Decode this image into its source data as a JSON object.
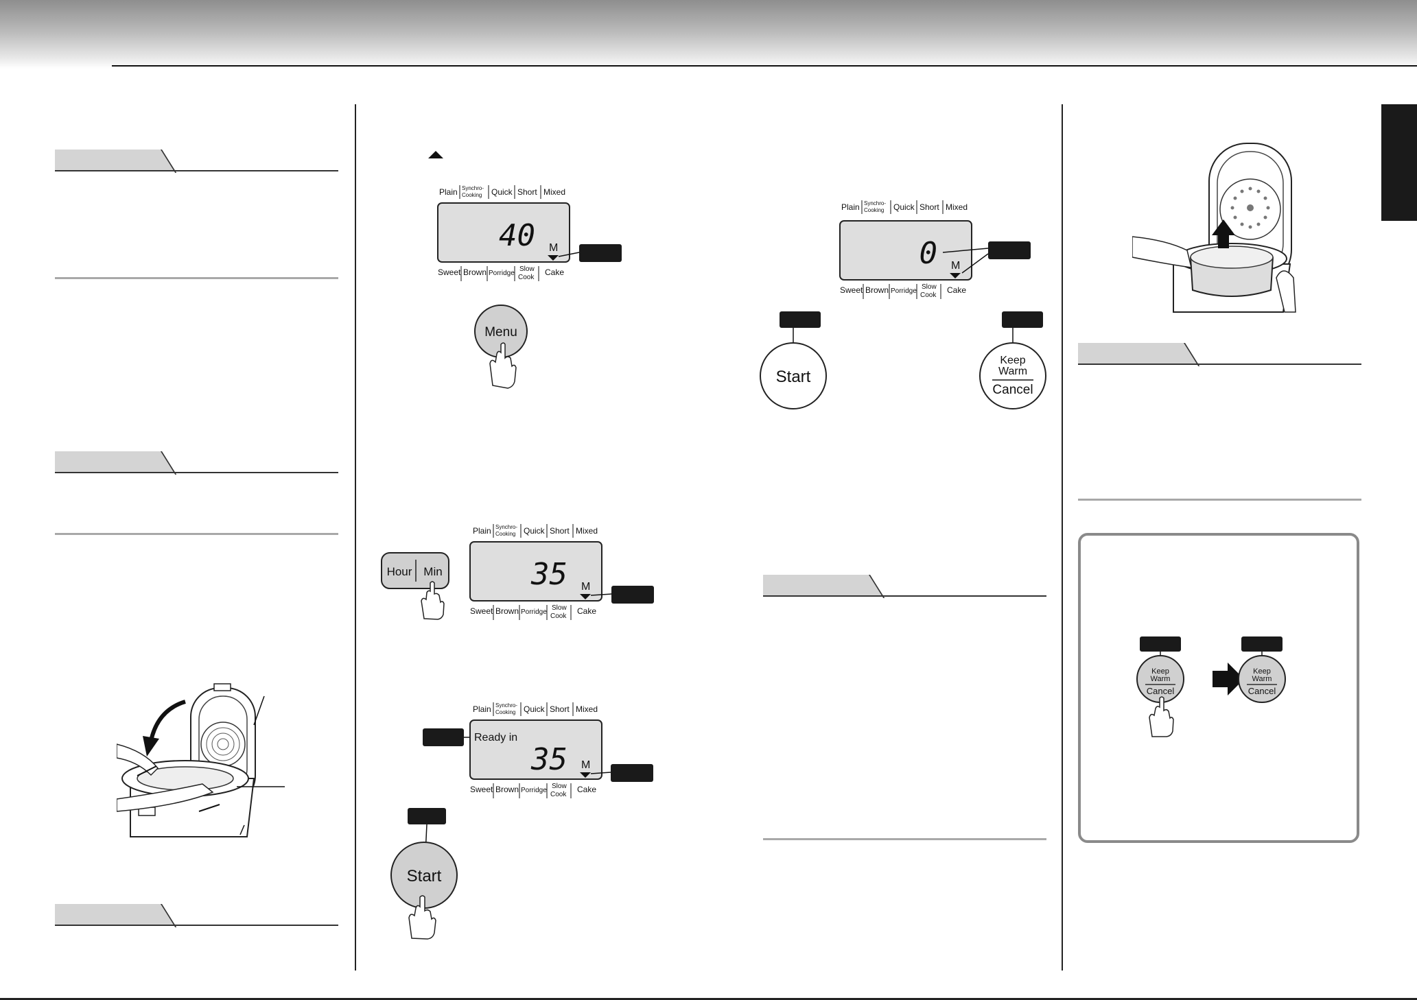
{
  "lcd": {
    "top_row": [
      "Plain",
      "Synchro-",
      "Cooking",
      "Quick",
      "Short",
      "Mixed"
    ],
    "bottom_row": [
      "Sweet",
      "Brown",
      "Porridge",
      "Slow",
      "Cook",
      "Cake"
    ],
    "mode_letter": "M"
  },
  "step_displays": {
    "menu_value": "40",
    "timer_value": "35",
    "ready_label": "Ready in",
    "ready_value": "35",
    "done_value": "0"
  },
  "buttons": {
    "menu": "Menu",
    "hour": "Hour",
    "min": "Min",
    "start": "Start",
    "keep": "Keep",
    "warm": "Warm",
    "cancel": "Cancel"
  },
  "colors": {
    "callout": "#1a1a1a",
    "lcd_face": "#dedede",
    "button_face": "#d0d0d0",
    "section_tab": "#d4d4d4",
    "side_tab": "#1a1a1a"
  }
}
